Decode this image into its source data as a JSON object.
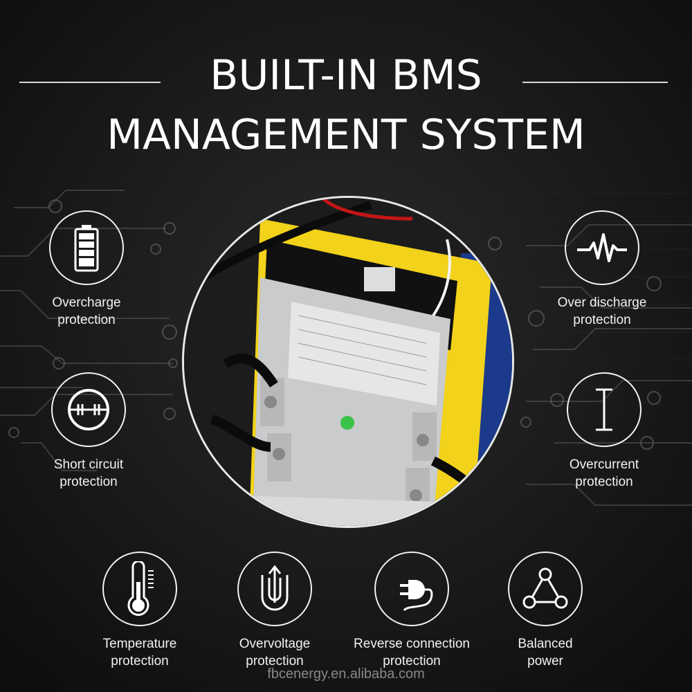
{
  "title": {
    "line1": "BUILT-IN BMS",
    "line2": "MANAGEMENT SYSTEM"
  },
  "features": [
    {
      "id": "overcharge",
      "label": "Overcharge\nprotection",
      "icon": "battery-icon"
    },
    {
      "id": "over-discharge",
      "label": "Over discharge\nprotection",
      "icon": "pulse-icon"
    },
    {
      "id": "short-circuit",
      "label": "Short circuit\nprotection",
      "icon": "short-circuit-icon"
    },
    {
      "id": "overcurrent",
      "label": "Overcurrent\nprotection",
      "icon": "i-beam-icon"
    },
    {
      "id": "temperature",
      "label": "Temperature\nprotection",
      "icon": "thermometer-icon"
    },
    {
      "id": "overvoltage",
      "label": "Overvoltage\nprotection",
      "icon": "u-turn-arrow-icon"
    },
    {
      "id": "reverse-connection",
      "label": "Reverse connection\nprotection",
      "icon": "plug-icon"
    },
    {
      "id": "balanced-power",
      "label": "Balanced\npower",
      "icon": "triangle-nodes-icon"
    }
  ],
  "watermark": "fbcenergy.en.alibaba.com",
  "colors": {
    "background": "#161616",
    "text": "#ffffff",
    "pcb_yellow": "#f2d21a",
    "board_silver": "#c9cbcc",
    "cell_blue": "#1b3a8c"
  }
}
